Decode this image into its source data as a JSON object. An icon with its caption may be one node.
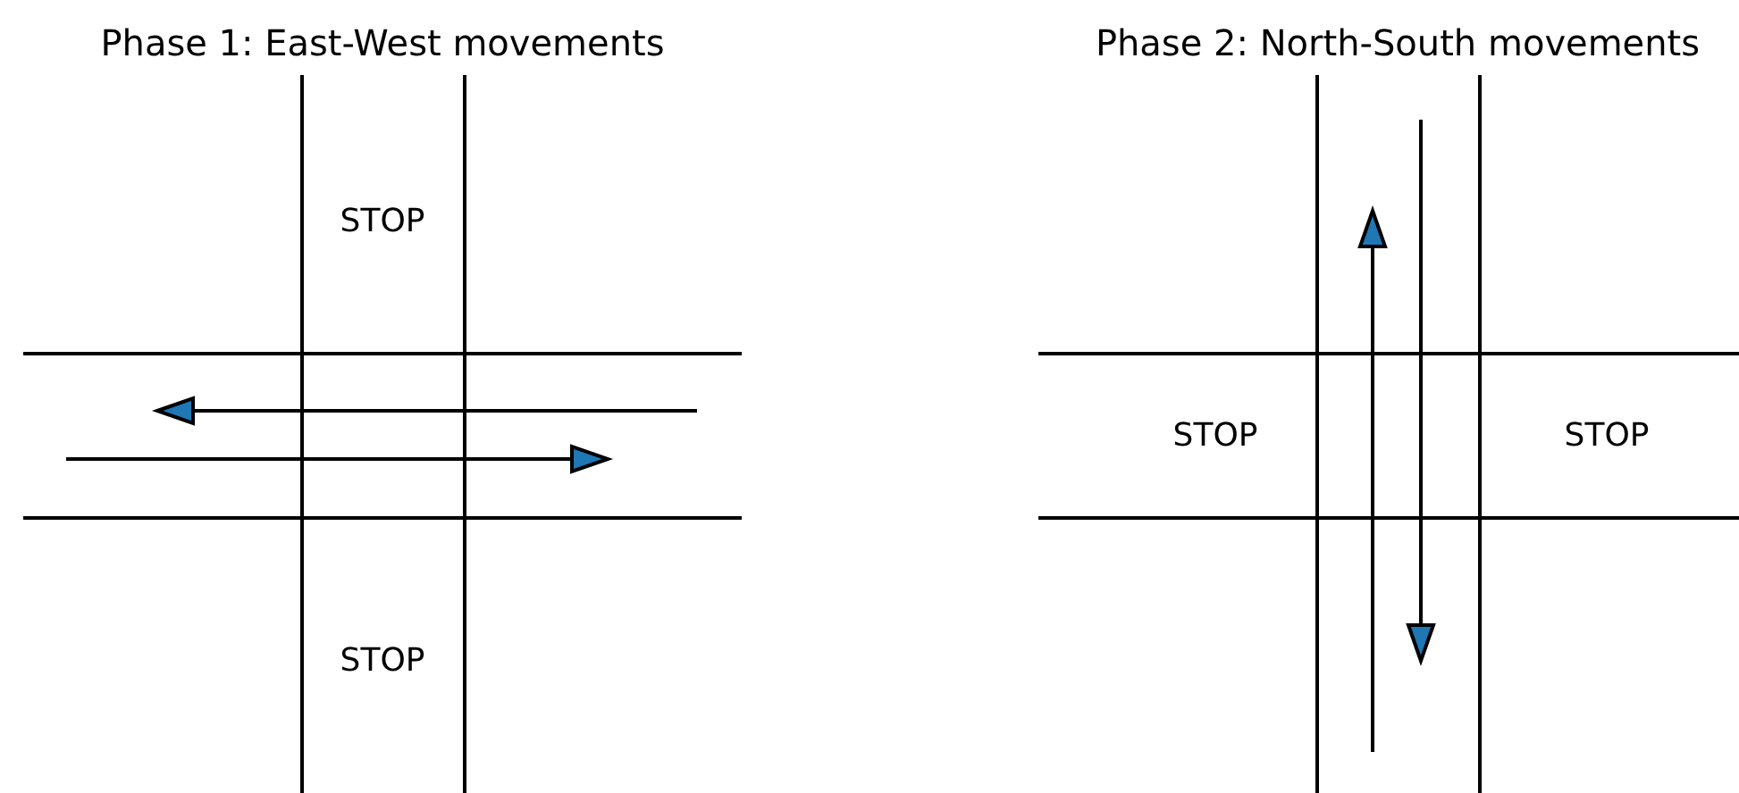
{
  "diagram": {
    "labels": [
      "Phase 1: East-West movements",
      "STOP",
      "STOP",
      "Phase 2: North-South movements",
      "STOP",
      "STOP"
    ]
  }
}
